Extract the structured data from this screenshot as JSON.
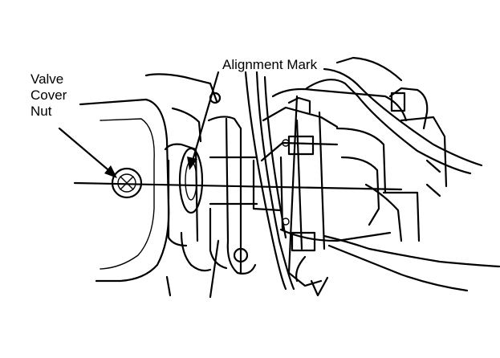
{
  "labels": {
    "valve_cover_nut": [
      "Valve",
      "Cover",
      "Nut"
    ],
    "alignment_mark": "Alignment Mark"
  },
  "colors": {
    "ink": "#000000",
    "paper": "#ffffff"
  }
}
